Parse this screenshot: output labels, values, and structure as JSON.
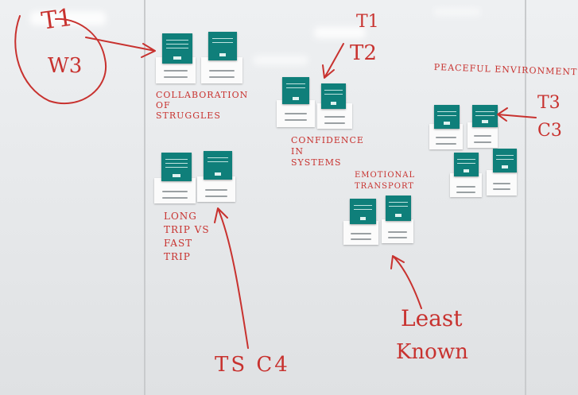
{
  "board": {
    "labels": {
      "w3_circle": "W3",
      "t1_top": "T1",
      "collaboration": "COLLABORATION OF STRUGGLES",
      "t2_top": "T1",
      "t2": "T2",
      "confidence": "CONFIDENCE IN SYSTEMS",
      "peaceful": "PEACEFUL ENVIRONMENT",
      "t3": "T3",
      "c3": "C3",
      "emotional": "EMOTIONAL TRANSPORT",
      "long_trip": "LONG TRIP VS FAST TRIP",
      "ts_c4": "TS C4",
      "least": "Least",
      "known": "Known"
    }
  }
}
